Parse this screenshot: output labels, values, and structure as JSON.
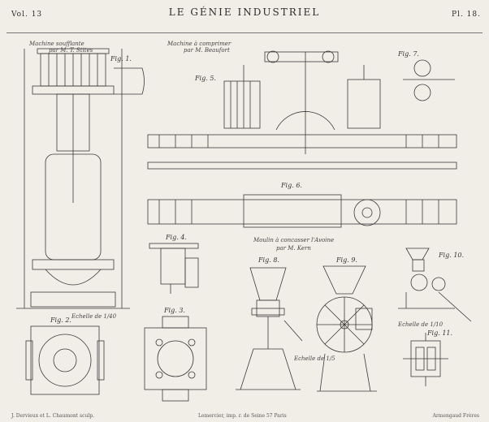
{
  "header": {
    "volume": "Vol. 13",
    "title": "LE GÉNIE INDUSTRIEL",
    "plate": "Pl. 18."
  },
  "captions": {
    "machine_soufflante": "Machine soufflante",
    "soufflante_author": "par M. T. Stites",
    "machine_comprimer": "Machine à comprimer",
    "comprimer_author": "par M. Beaufort",
    "moulin": "Moulin à concasser l'Avoine",
    "moulin_author": "par M. Kern",
    "echelle_1": "Echelle de 1/40",
    "echelle_2": "Echelle de 1/5",
    "echelle_3": "Echelle de 1/10"
  },
  "figures": {
    "f1": "Fig. 1.",
    "f2": "Fig. 2.",
    "f3": "Fig. 3.",
    "f4": "Fig. 4.",
    "f5": "Fig. 5.",
    "f6": "Fig. 6.",
    "f7": "Fig. 7.",
    "f8": "Fig. 8.",
    "f9": "Fig. 9.",
    "f10": "Fig. 10.",
    "f11": "Fig. 11."
  },
  "footer": {
    "engravers": "J. Dervieux et L. Chaumont sculp.",
    "printer": "Lemercier, imp. r. de Seine 57 Paris",
    "publisher": "Armengaud Frères"
  }
}
